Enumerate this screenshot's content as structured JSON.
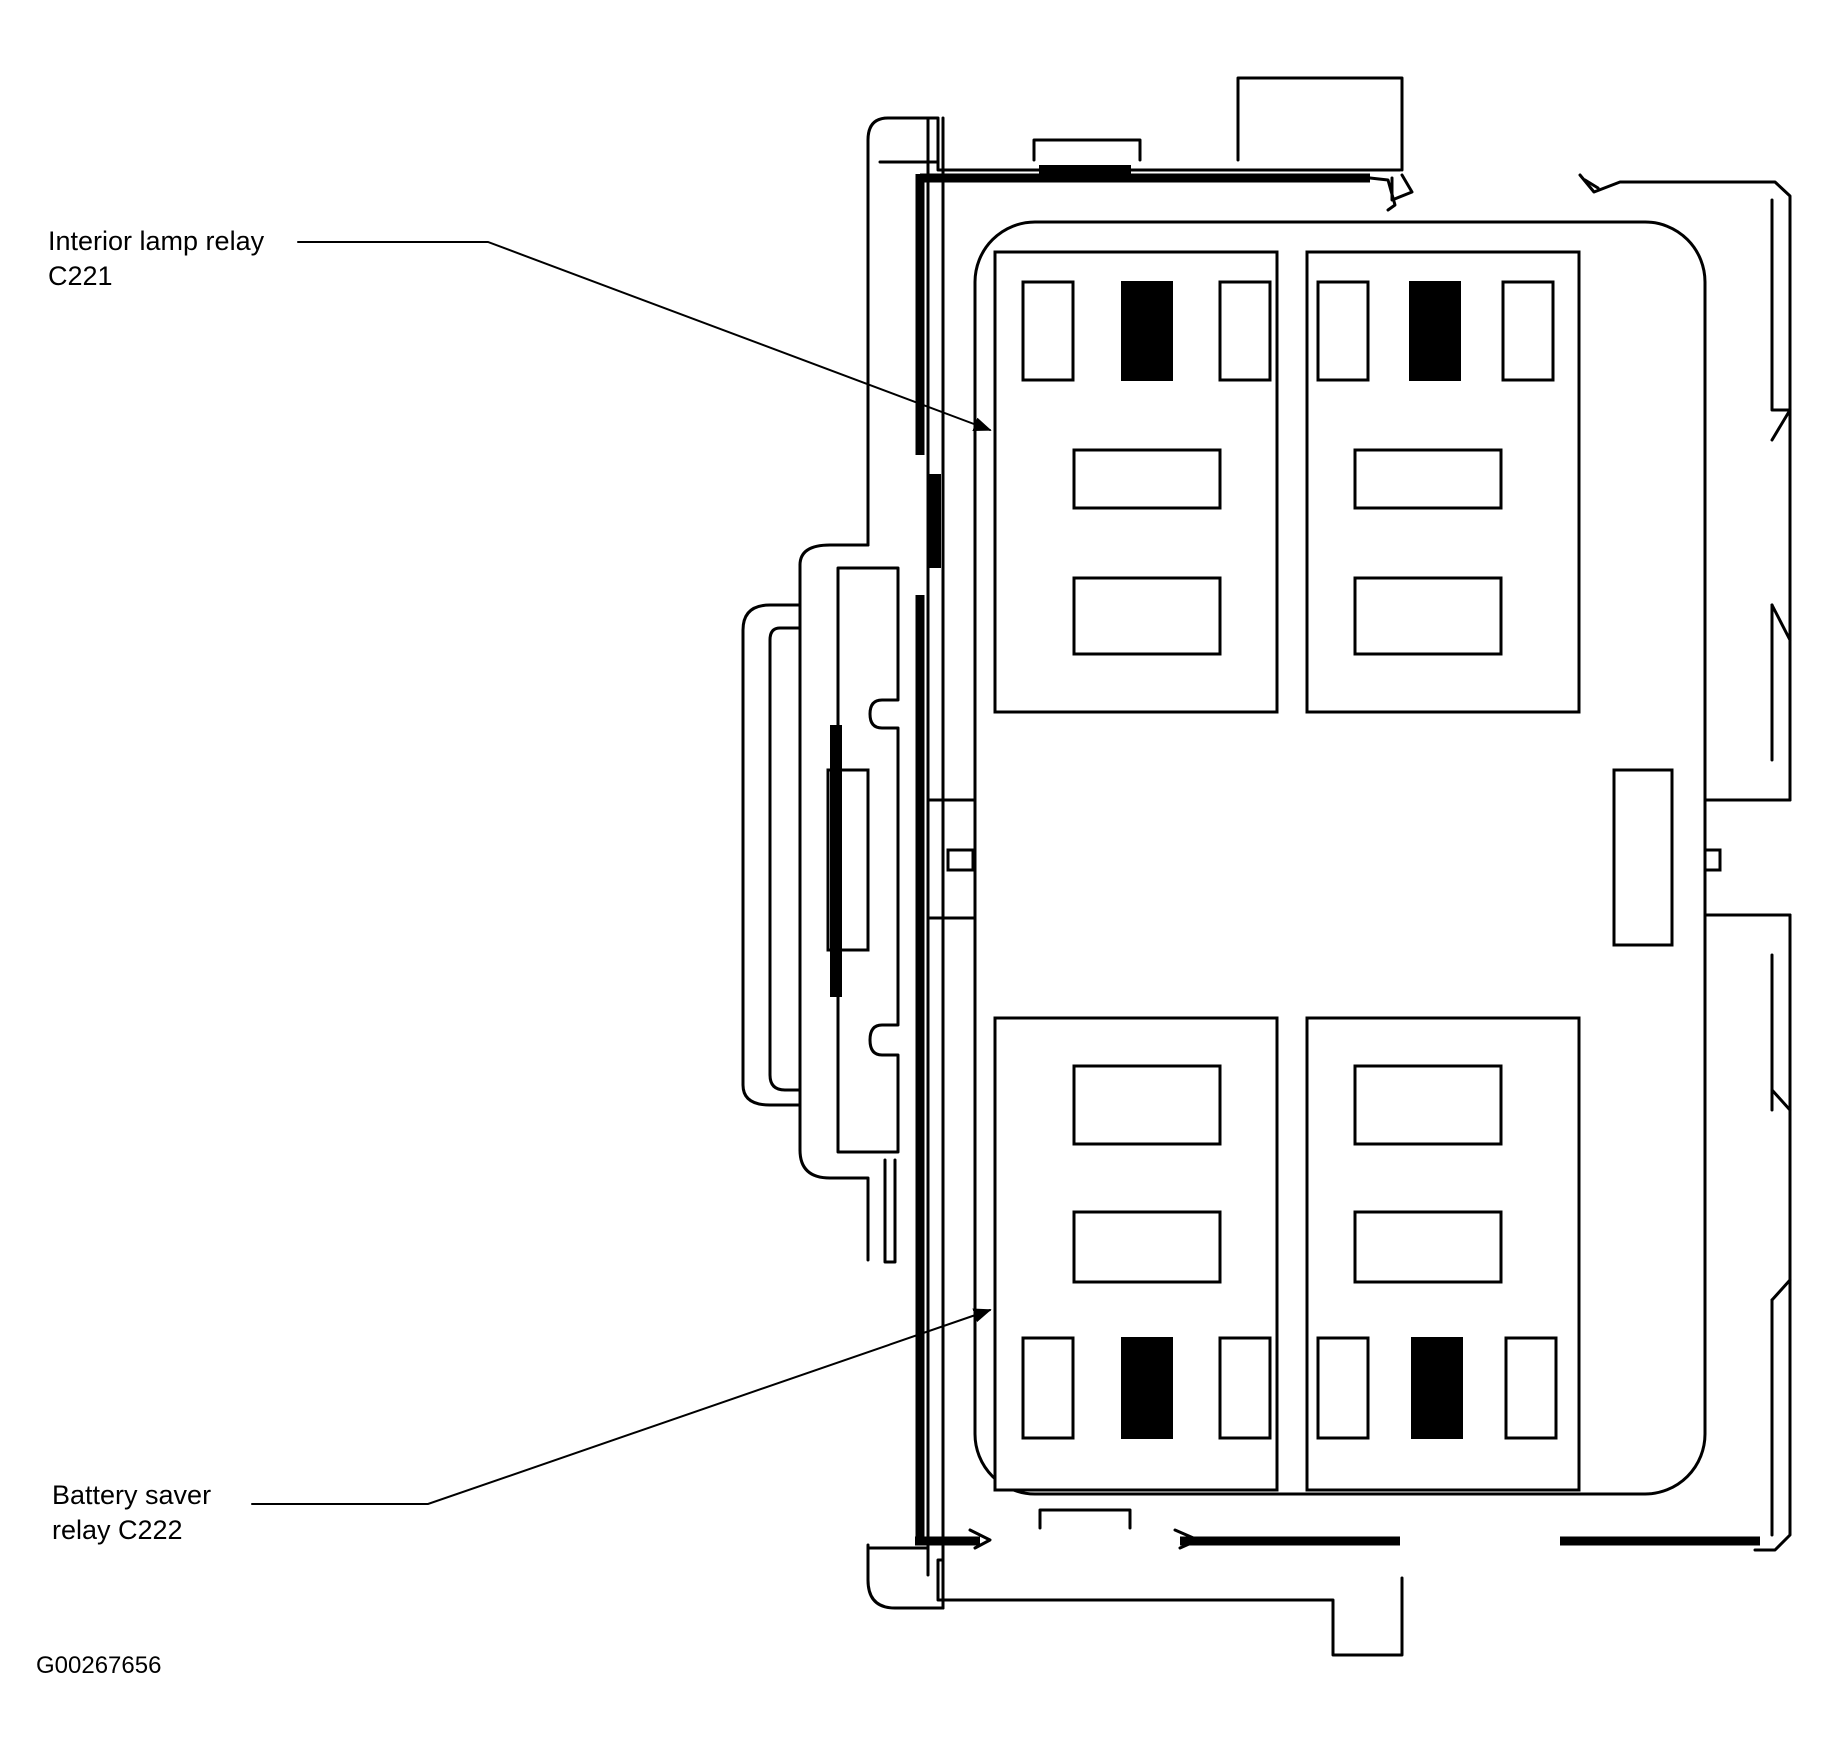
{
  "callouts": {
    "interior_lamp": {
      "line1": "Interior lamp relay",
      "line2": "C221"
    },
    "battery_saver": {
      "line1": "Battery saver",
      "line2": "relay C222"
    }
  },
  "figure_id": "G00267656"
}
